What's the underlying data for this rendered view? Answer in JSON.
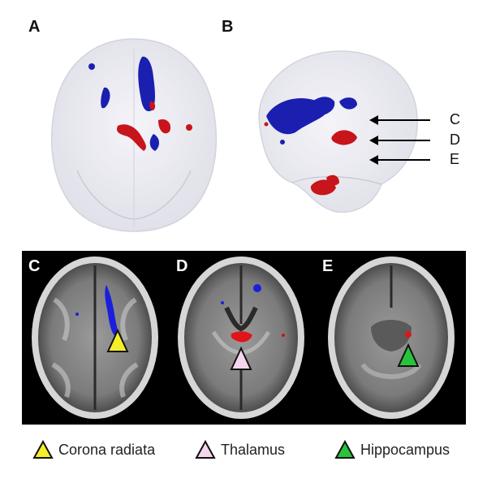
{
  "panels": {
    "top": [
      {
        "letter": "A"
      },
      {
        "letter": "B"
      }
    ],
    "arrows": [
      {
        "label": "C"
      },
      {
        "label": "D"
      },
      {
        "label": "E"
      }
    ],
    "mri": [
      {
        "letter": "C"
      },
      {
        "letter": "D"
      },
      {
        "letter": "E"
      }
    ]
  },
  "legend": [
    {
      "label": "Corona radiata",
      "color": "#f5ef2a",
      "icon": "yellow-triangle-icon"
    },
    {
      "label": "Thalamus",
      "color": "#f4d7ee",
      "icon": "pink-triangle-icon"
    },
    {
      "label": "Hippocampus",
      "color": "#27c43a",
      "icon": "green-triangle-icon"
    }
  ],
  "colors": {
    "cluster_blue": "#1a1fb0",
    "cluster_red": "#c8141b",
    "mri_background": "#000000"
  }
}
